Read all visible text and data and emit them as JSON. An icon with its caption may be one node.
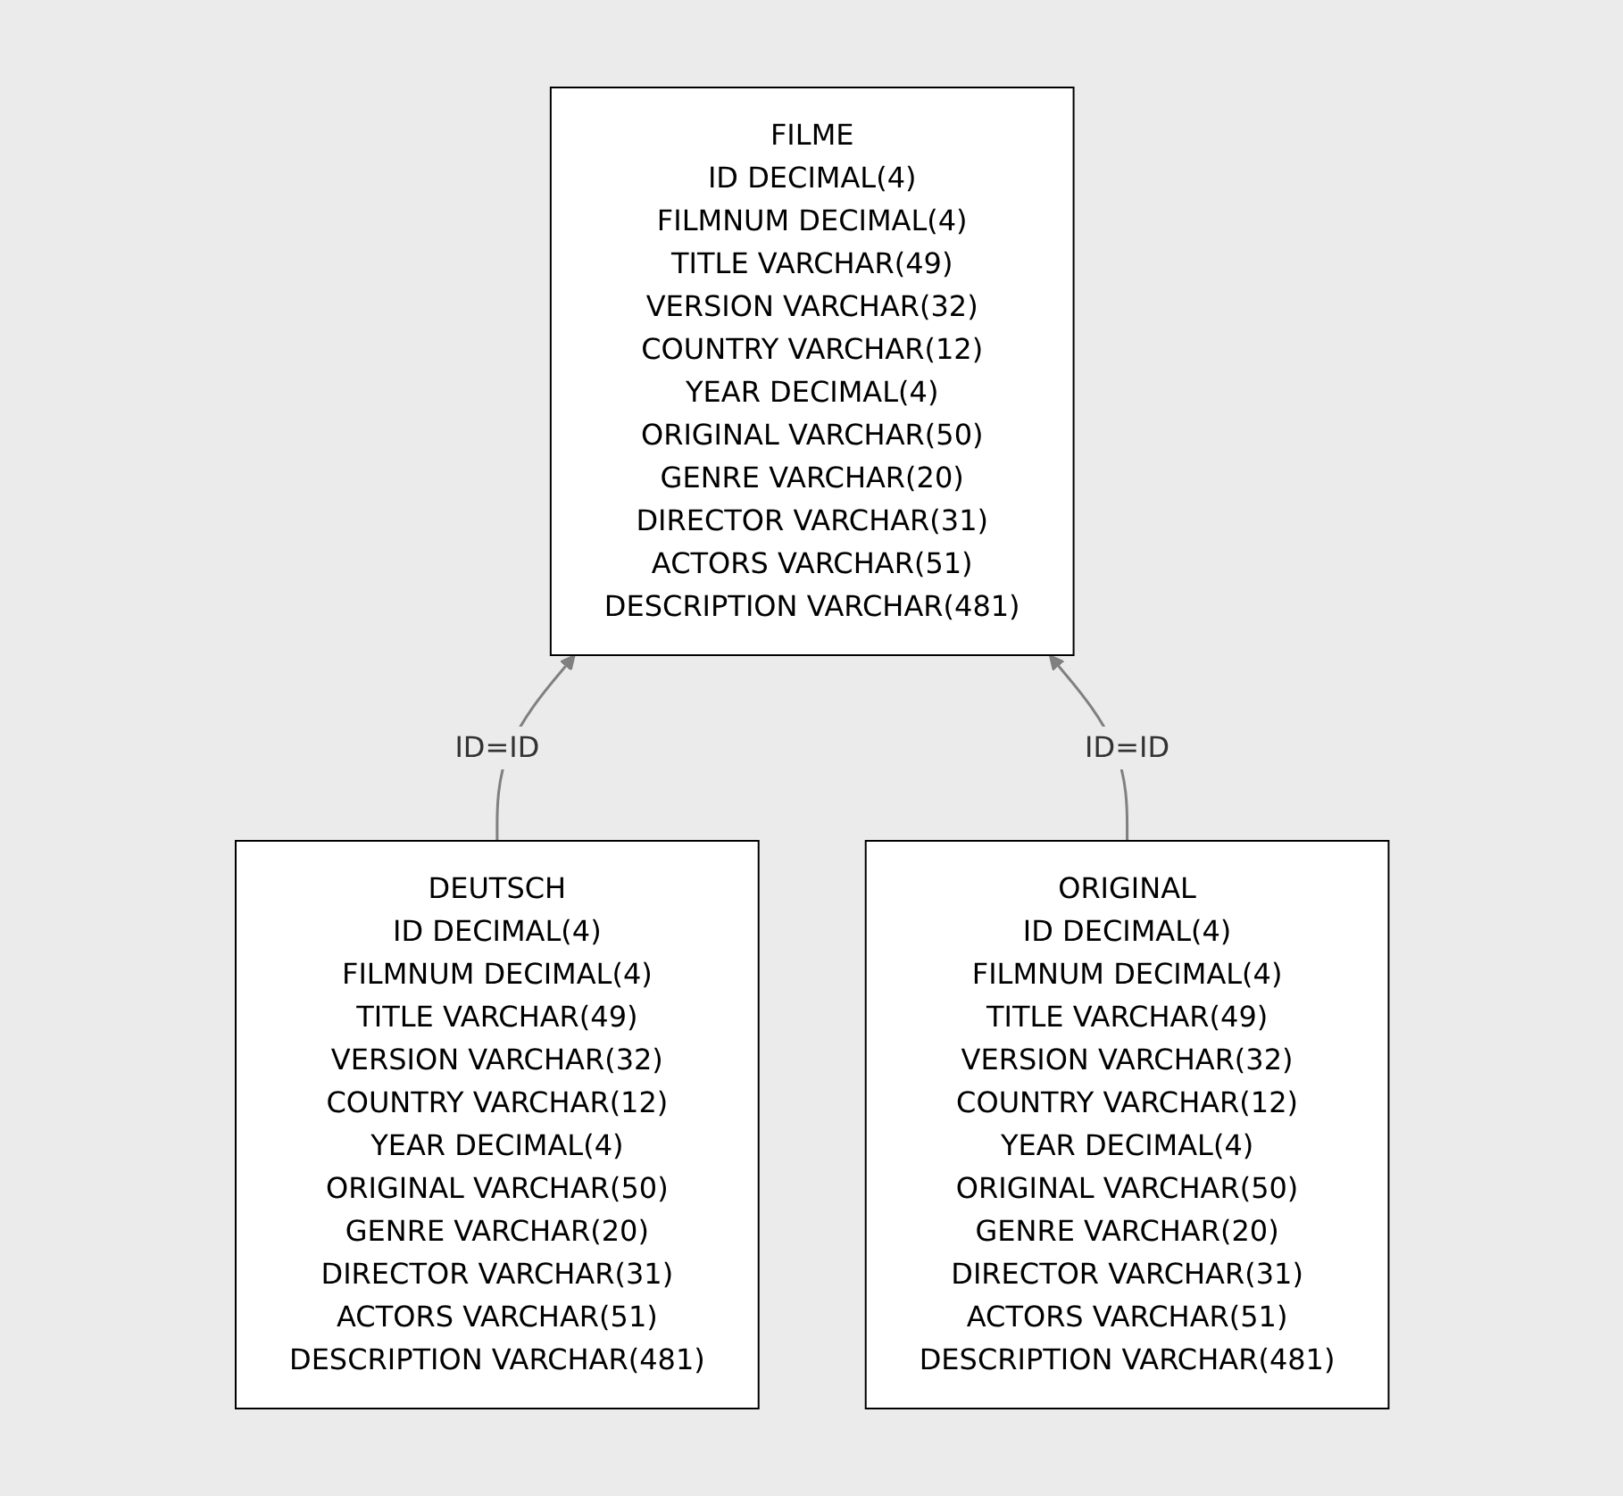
{
  "diagram": {
    "nodes": [
      {
        "text": [
          "FILME",
          "ID",
          "DECIMAL(4)",
          "FILMNUM",
          "DECIMAL(4)",
          "TITLE",
          "VARCHAR(49)",
          "VERSION",
          "VARCHAR(32)",
          "COUNTRY",
          "VARCHAR(12)",
          "YEAR",
          "DECIMAL(4)",
          "ORIGINAL",
          "VARCHAR(50)",
          "GENRE",
          "VARCHAR(20)",
          "DIRECTOR",
          "VARCHAR(31)",
          "ACTORS",
          "VARCHAR(51)",
          "DESCRIPTION",
          "VARCHAR(481)"
        ]
      },
      {
        "text": [
          "DEUTSCH",
          "ID",
          "DECIMAL(4)",
          "FILMNUM",
          "DECIMAL(4)",
          "TITLE",
          "VARCHAR(49)",
          "VERSION",
          "VARCHAR(32)",
          "COUNTRY",
          "VARCHAR(12)",
          "YEAR",
          "DECIMAL(4)",
          "ORIGINAL",
          "VARCHAR(50)",
          "GENRE",
          "VARCHAR(20)",
          "DIRECTOR",
          "VARCHAR(31)",
          "ACTORS",
          "VARCHAR(51)",
          "DESCRIPTION",
          "VARCHAR(481)"
        ]
      },
      {
        "text": [
          "ORIGINAL",
          "ID",
          "DECIMAL(4)",
          "FILMNUM",
          "DECIMAL(4)",
          "TITLE",
          "VARCHAR(49)",
          "VERSION",
          "VARCHAR(32)",
          "COUNTRY",
          "VARCHAR(12)",
          "YEAR",
          "DECIMAL(4)",
          "ORIGINAL",
          "VARCHAR(50)",
          "GENRE",
          "VARCHAR(20)",
          "DIRECTOR",
          "VARCHAR(31)",
          "ACTORS",
          "VARCHAR(51)",
          "DESCRIPTION",
          "VARCHAR(481)"
        ]
      }
    ],
    "edges": [
      {
        "from": 1,
        "to": 0,
        "arrow": "to",
        "label": "ID=ID"
      },
      {
        "from": 2,
        "to": 0,
        "arrow": "to",
        "label": "ID=ID"
      }
    ]
  }
}
